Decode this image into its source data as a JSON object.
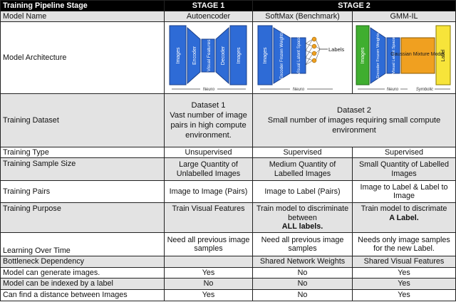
{
  "headers": {
    "stage_label": "Training Pipeline Stage",
    "stage1": "STAGE 1",
    "stage2": "STAGE 2"
  },
  "model_name": {
    "label": "Model Name",
    "ae": "Autoencoder",
    "softmax": "SoftMax (Benchmark)",
    "gmm": "GMM-IL"
  },
  "architecture": {
    "label": "Model Architecture",
    "ae": {
      "images_in": "Images",
      "encoder": "Encoder",
      "visual": "Visual Features",
      "decoder": "Decoder",
      "images_out": "Images",
      "footer": "Neuro"
    },
    "softmax": {
      "images": "Images",
      "encoder": "Encoder Frozen Weights",
      "latent": "Visual Latent Space",
      "labels": "Labels",
      "footer": "Neuro"
    },
    "gmm": {
      "images": "Images",
      "encoder": "Encoder Frozen Weights",
      "latent": "Visual Latent Space",
      "mixture": "Gaussian Mixture Model",
      "label": "Label",
      "footer_neuro": "Neuro",
      "footer_symbolic": "Symbolic"
    }
  },
  "dataset": {
    "label": "Training Dataset",
    "d1_title": "Dataset 1",
    "d1_text": "Vast number of image pairs in high compute environment.",
    "d2_title": "Dataset 2",
    "d2_text": "Small number of images requiring small compute environment"
  },
  "type": {
    "label": "Training Type",
    "ae": "Unsupervised",
    "softmax": "Supervised",
    "gmm": "Supervised"
  },
  "sample_size": {
    "label": "Training Sample Size",
    "ae": "Large Quantity of Unlabelled Images",
    "softmax": "Medium Quantity of Labelled Images",
    "gmm": "Small Quantity of Labelled Images"
  },
  "pairs": {
    "label": "Training Pairs",
    "ae": "Image to Image (Pairs)",
    "softmax": "Image to Label (Pairs)",
    "gmm": "Image to Label & Label to Image"
  },
  "purpose": {
    "label": "Training Purpose",
    "ae": "Train Visual Features",
    "softmax_pre": "Train model to discriminate between",
    "softmax_bold": "ALL labels.",
    "gmm_pre": "Train model to discrimate",
    "gmm_bold": "A Label."
  },
  "learning": {
    "label": "Learning Over Time",
    "ae": "Need all previous image samples",
    "softmax": "Need all previous image samples",
    "gmm": "Needs only  image samples for the new Label."
  },
  "bottleneck": {
    "label": "Bottleneck Dependency",
    "ae": "",
    "softmax": "Shared Network Weights",
    "gmm": "Shared Visual Features"
  },
  "generate": {
    "label": "Model can generate images.",
    "ae": "Yes",
    "softmax": "No",
    "gmm": "Yes"
  },
  "indexed": {
    "label": "Model can be indexed by a label",
    "ae": "No",
    "softmax": "No",
    "gmm": "Yes"
  },
  "distance": {
    "label": "Can find a distance between Images",
    "ae": "Yes",
    "softmax": "No",
    "gmm": "Yes"
  },
  "colors": {
    "blue": "#2e6bd6",
    "green": "#3fae2f",
    "orange": "#f0a020",
    "yellow": "#f7e43a",
    "header_bg": "#000000",
    "row_grey": "#e3e3e3"
  }
}
